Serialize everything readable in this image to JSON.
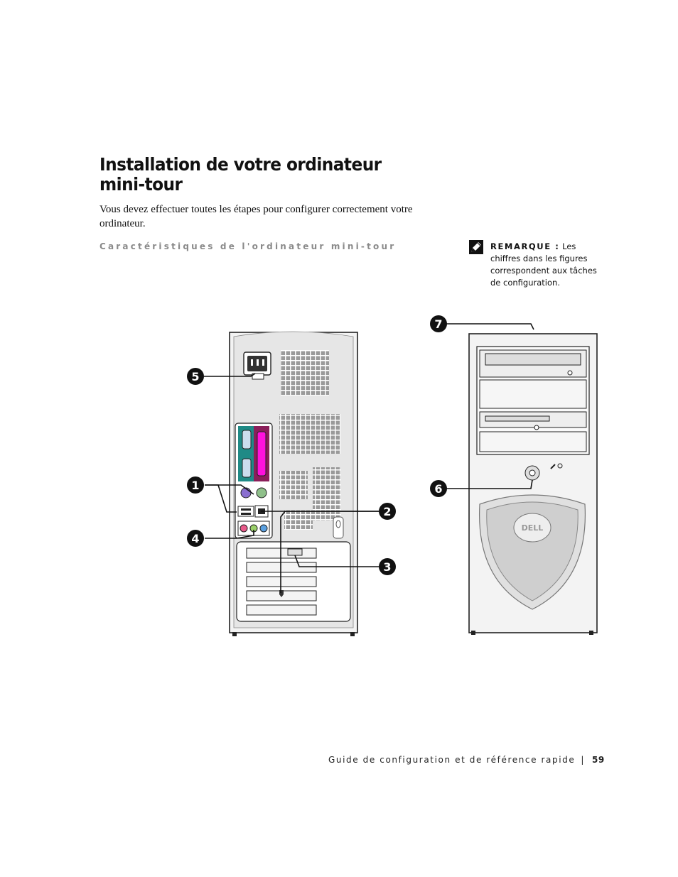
{
  "page": {
    "title_line1": "Installation de votre ordinateur",
    "title_line2": "mini-tour",
    "intro": "Vous devez effectuer toutes les étapes pour configurer correctement votre ordinateur.",
    "section_heading": "Caractéristiques de l'ordinateur mini-tour"
  },
  "note": {
    "label": "REMARQUE :",
    "text": " Les chiffres dans les figures correspondent aux tâches de configuration."
  },
  "figure": {
    "callouts": [
      "1",
      "2",
      "3",
      "4",
      "5",
      "6",
      "7"
    ],
    "brand_logo": "DELL"
  },
  "footer": {
    "guide": "Guide de configuration et de référence rapide",
    "separator": "|",
    "page_number": "59"
  }
}
